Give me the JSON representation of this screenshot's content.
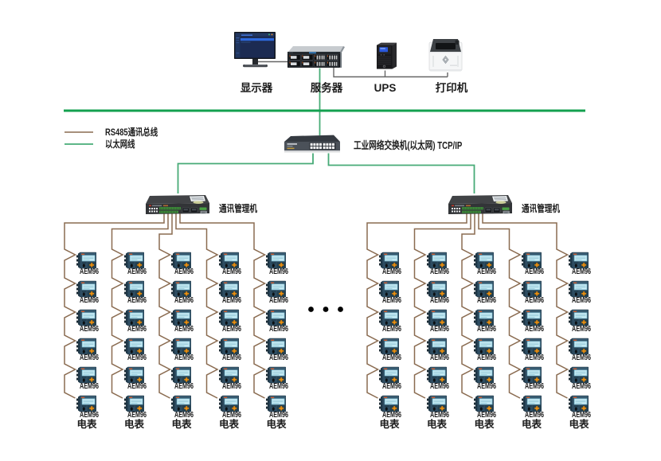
{
  "top_devices": [
    {
      "id": "monitor",
      "label": "显示器"
    },
    {
      "id": "server",
      "label": "服务器"
    },
    {
      "id": "ups",
      "label": "UPS"
    },
    {
      "id": "printer",
      "label": "打印机"
    }
  ],
  "legend": {
    "items": [
      {
        "id": "rs485",
        "label": "RS485通讯总线",
        "color": "#8a6b50"
      },
      {
        "id": "ethernet",
        "label": "以太网线",
        "color": "#2ea463"
      }
    ]
  },
  "switch": {
    "label": "工业网络交换机(以太网) TCP/IP"
  },
  "managers": [
    {
      "id": "comm-manager-left",
      "label": "通讯管理机"
    },
    {
      "id": "comm-manager-right",
      "label": "通讯管理机"
    }
  ],
  "meter_grid": {
    "groups": 2,
    "columns_per_group": 5,
    "meters_per_column": 6,
    "meter_label": "AEM96",
    "column_bottom_label": "电表",
    "ellipsis": "• • •"
  },
  "colors": {
    "ethernet_bus": "#13a04f",
    "ethernet_line": "#47ab77",
    "rs485_line": "#8a6b50",
    "cable_gray": "#666666",
    "background": "#ffffff"
  }
}
